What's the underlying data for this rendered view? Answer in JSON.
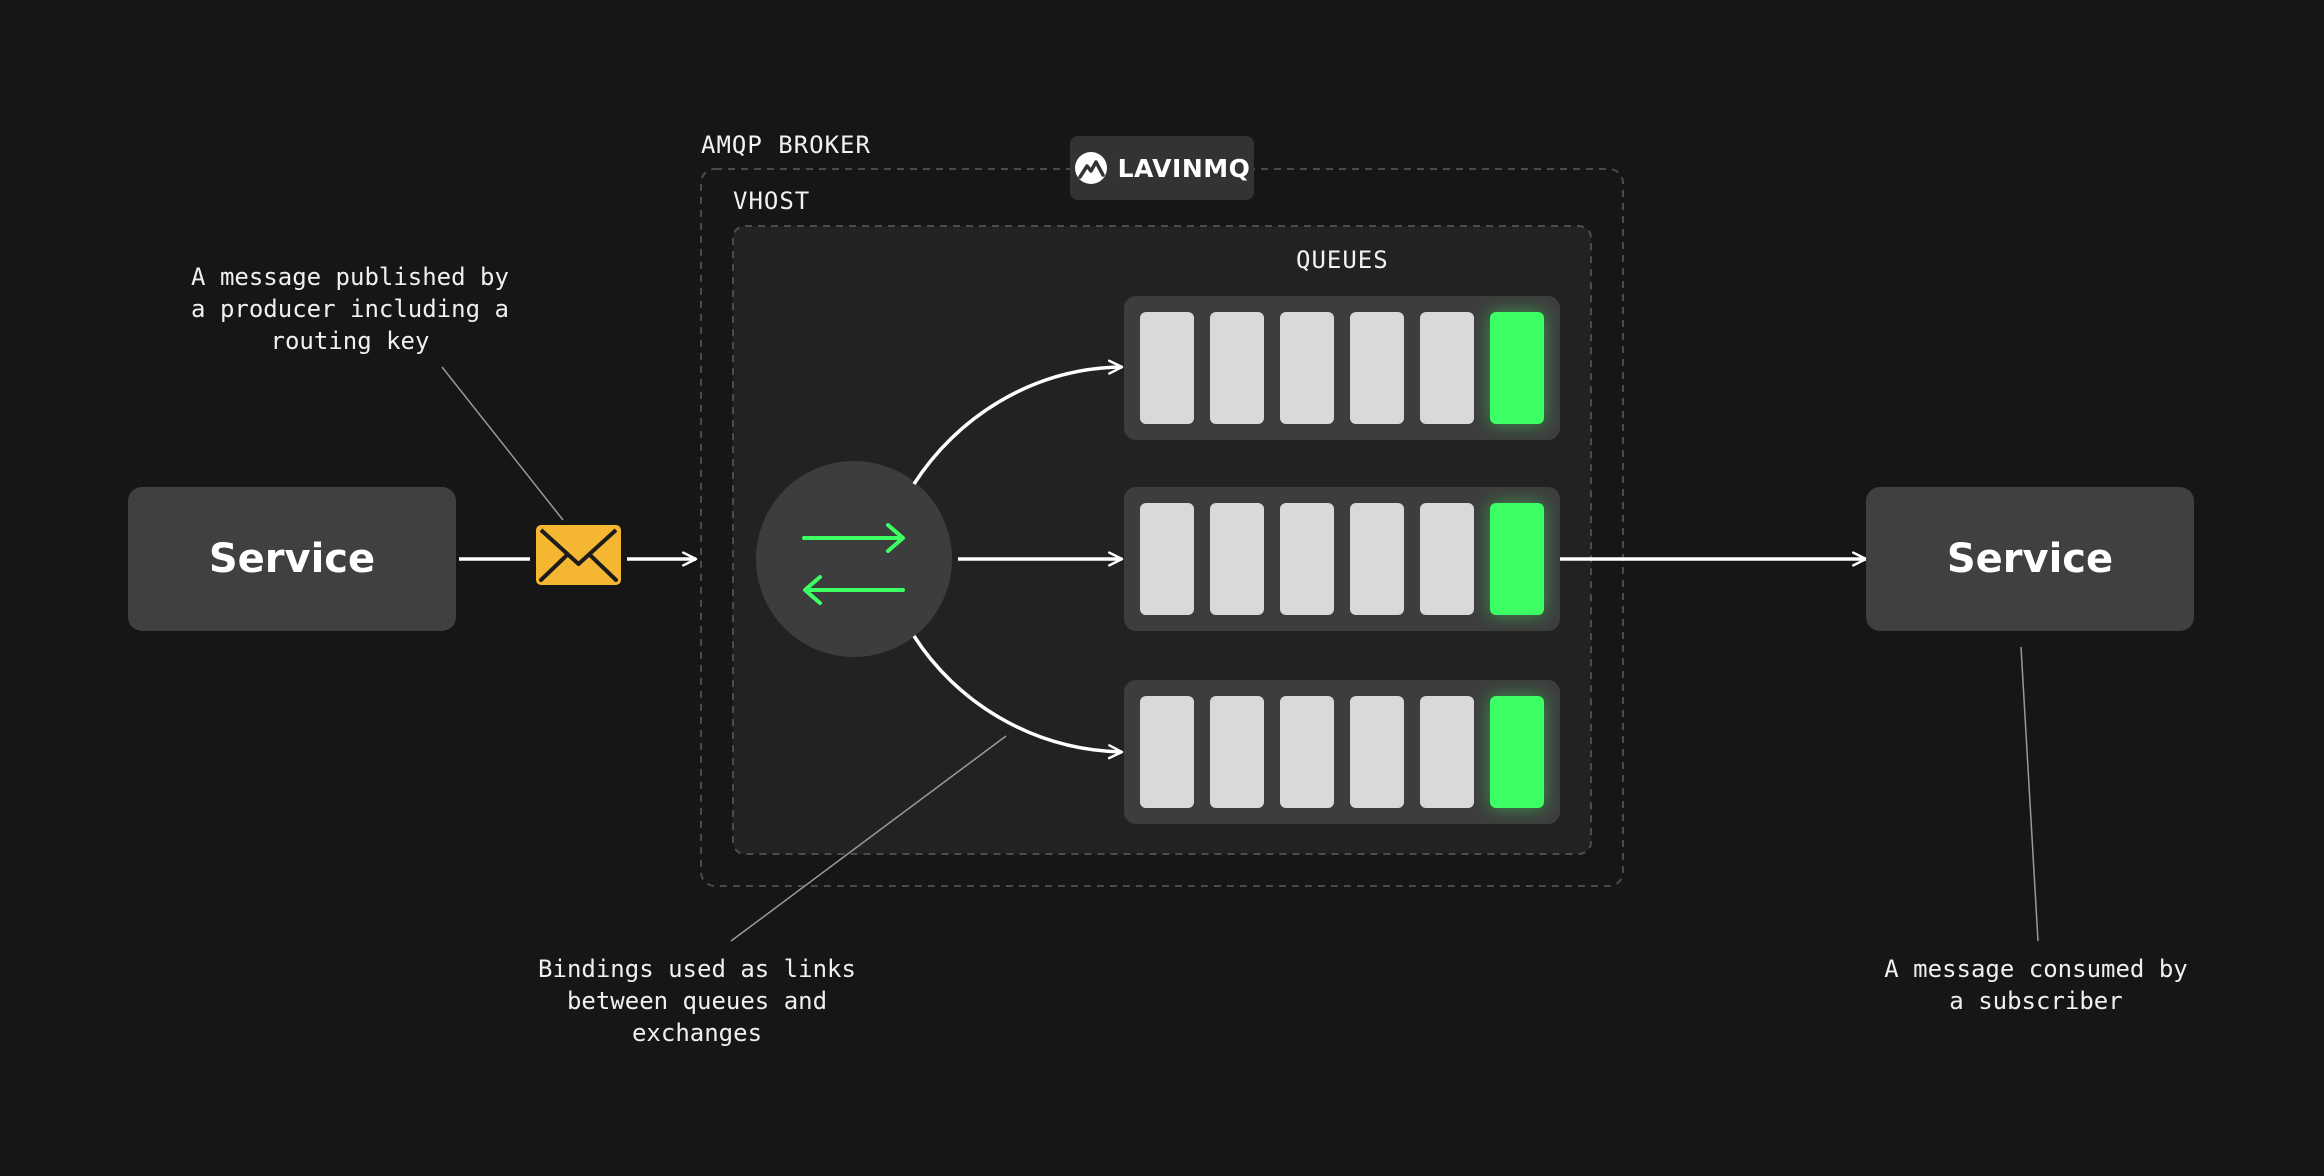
{
  "broker": {
    "label": "AMQP BROKER"
  },
  "vhost": {
    "label": "VHOST"
  },
  "queues_section": {
    "label": "QUEUES"
  },
  "brand": {
    "name": "LAVINMQ",
    "icon": "lavinmq-logo-icon"
  },
  "producer": {
    "label": "Service"
  },
  "consumer": {
    "label": "Service"
  },
  "message": {
    "icon": "envelope-icon",
    "color": "#f5b731"
  },
  "exchange": {
    "icon": "exchange-arrows-icon",
    "color": "#3cff64"
  },
  "annotations": {
    "producer_note": [
      "A message published by",
      "a producer including a",
      "routing key"
    ],
    "bindings_note": [
      "Bindings used as links",
      "between queues and",
      "exchanges"
    ],
    "consumer_note": [
      "A message consumed by",
      "a subscriber"
    ]
  },
  "queues": [
    {
      "slots": 6,
      "active_slot": 6
    },
    {
      "slots": 6,
      "active_slot": 6
    },
    {
      "slots": 6,
      "active_slot": 6
    }
  ],
  "colors": {
    "background": "#161616",
    "service": "#404040",
    "slot": "#d9d9d9",
    "active": "#3cff64",
    "envelope": "#f5b731"
  }
}
